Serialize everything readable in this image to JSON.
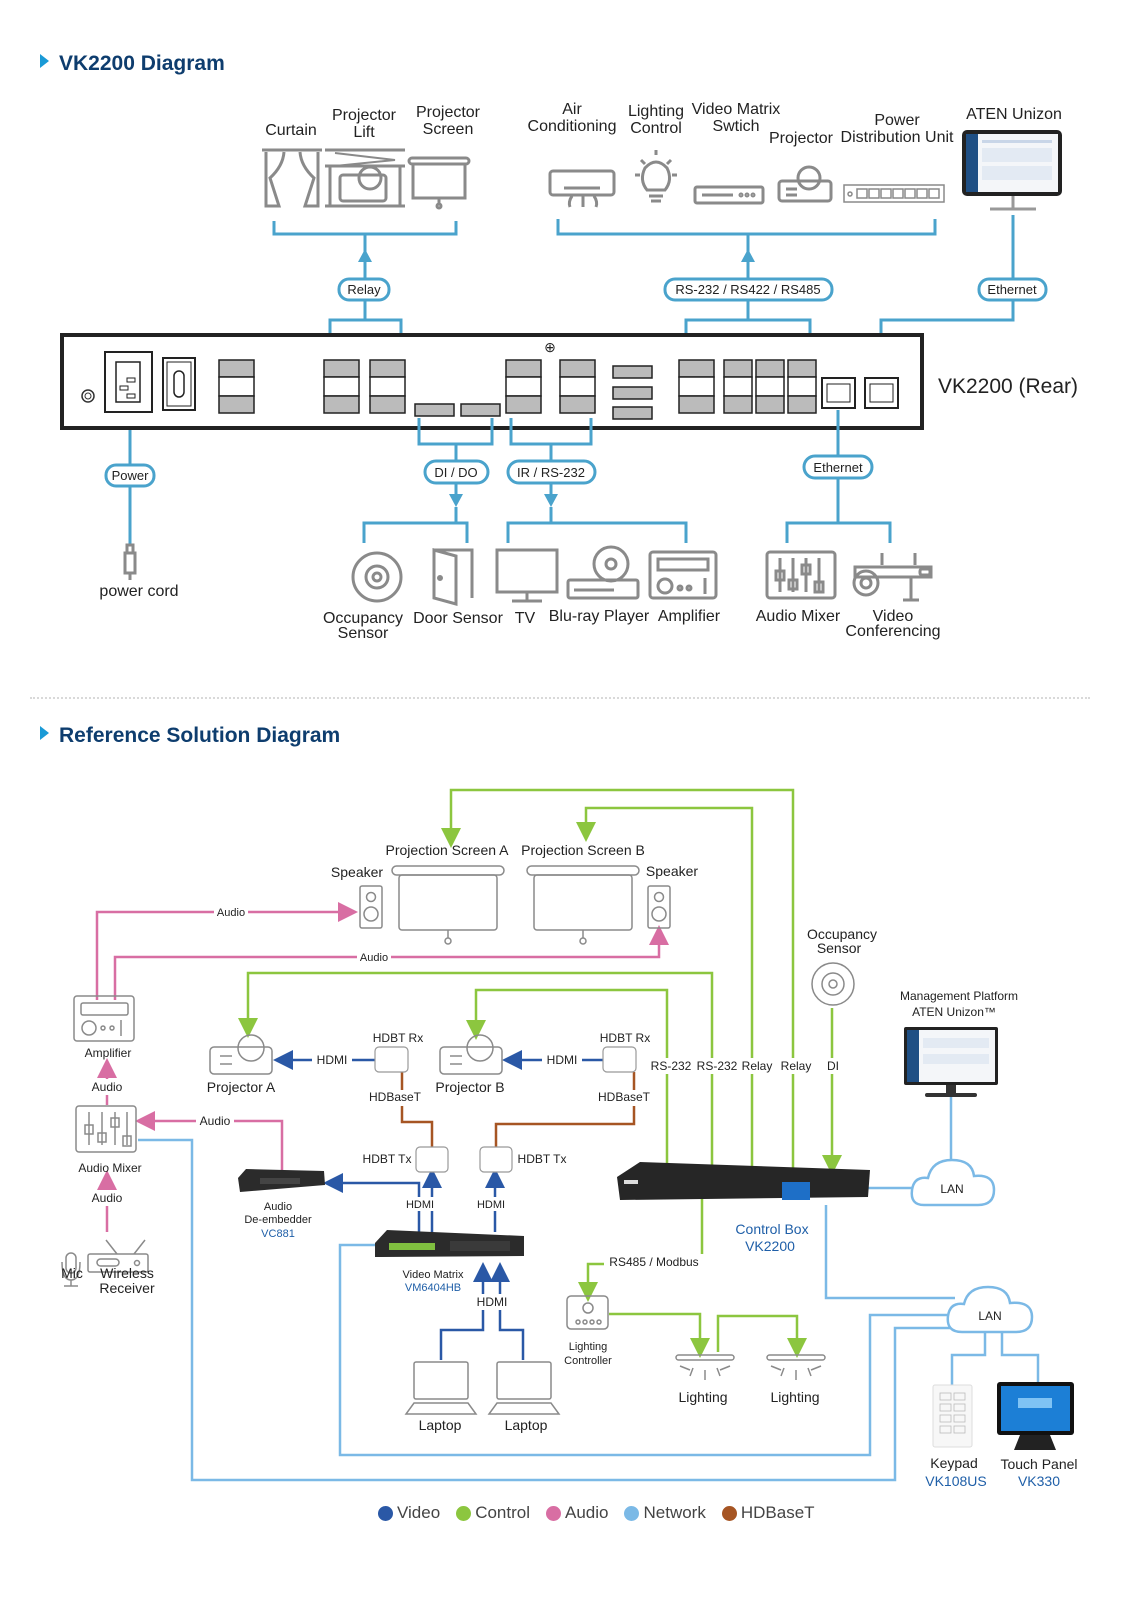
{
  "sections": {
    "vk2200": {
      "title": "VK2200 Diagram"
    },
    "reference": {
      "title": "Reference Solution Diagram"
    }
  },
  "vk2200_diagram": {
    "relay_devices": [
      "Curtain",
      "Projector Lift",
      "Projector Screen"
    ],
    "serial_devices": [
      "Air Conditioning",
      "Lighting Control",
      "Video Matrix Swtich",
      "Projector",
      "Power Distribution Unit"
    ],
    "management": "ATEN Unizon",
    "device_name": "VK2200 (Rear)",
    "connections": {
      "relay": "Relay",
      "serial": "RS-232 / RS422 / RS485",
      "ethernet_top": "Ethernet",
      "power": "Power",
      "dido": "DI / DO",
      "ir": "IR / RS-232",
      "ethernet_bottom": "Ethernet"
    },
    "power_cord": "power cord",
    "dido_devices": [
      "Occupancy Sensor",
      "Door Sensor"
    ],
    "ir_devices": [
      "TV",
      "Blu-ray Player",
      "Amplifier"
    ],
    "ethernet_devices": [
      "Audio Mixer",
      "Video Conferencing"
    ]
  },
  "reference_diagram": {
    "projection_screen_a": "Projection Screen A",
    "projection_screen_b": "Projection Screen B",
    "speaker": "Speaker",
    "audio": "Audio",
    "occupancy_sensor": "Occupancy Sensor",
    "management_platform": "Management Platform",
    "management_product": "ATEN Unizon™",
    "amplifier": "Amplifier",
    "audio_mixer": "Audio Mixer",
    "mic": "Mic",
    "wireless_receiver": "Wireless Receiver",
    "projector_a": "Projector A",
    "projector_b": "Projector B",
    "hdmi": "HDMI",
    "hdbt_rx": "HDBT Rx",
    "hdbt_tx": "HDBT Tx",
    "hdbaset": "HDBaseT",
    "de_embedder": "Audio De-embedder",
    "de_embedder_model": "VC881",
    "video_matrix": "Video Matrix",
    "video_matrix_model": "VM6404HB",
    "laptop": "Laptop",
    "control_labels": [
      "RS-232",
      "RS-232",
      "Relay",
      "Relay",
      "DI"
    ],
    "control_box": "Control Box",
    "control_box_model": "VK2200",
    "lan": "LAN",
    "rs485": "RS485 / Modbus",
    "lighting_controller": "Lighting Controller",
    "lighting": "Lighting",
    "keypad": "Keypad",
    "keypad_model": "VK108US",
    "touch_panel": "Touch Panel",
    "touch_panel_model": "VK330"
  },
  "legend": [
    {
      "label": "Video",
      "color": "#2a58a6"
    },
    {
      "label": "Control",
      "color": "#8cc63f"
    },
    {
      "label": "Audio",
      "color": "#d86ea3"
    },
    {
      "label": "Network",
      "color": "#7bb9e6"
    },
    {
      "label": "HDBaseT",
      "color": "#a65523"
    }
  ],
  "colors": {
    "title": "#0e3d6e",
    "connector": "#4aa3cc",
    "model_text": "#1f5fa8"
  }
}
